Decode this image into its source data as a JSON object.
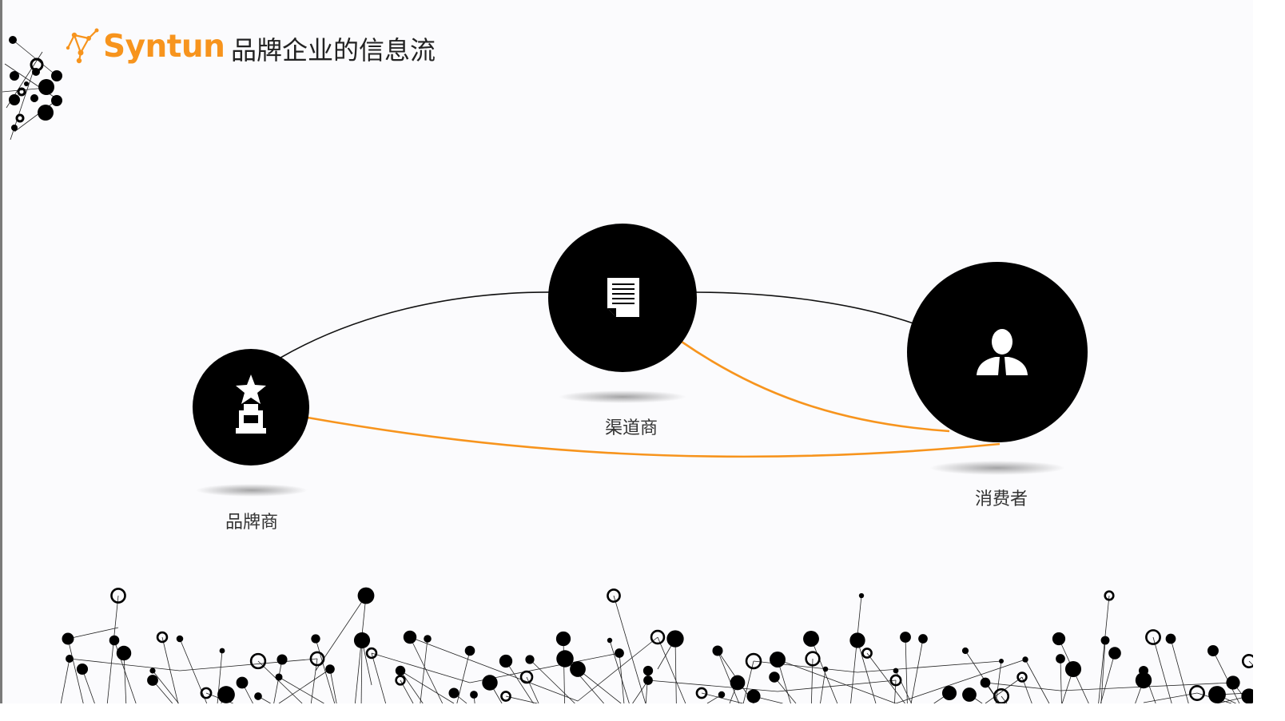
{
  "logo": {
    "text": "Syntun",
    "brand_color": "#f7941d"
  },
  "header": {
    "title": "品牌企业的信息流"
  },
  "nodes": [
    {
      "id": "brand",
      "label": "品牌商",
      "icon": "trophy-icon"
    },
    {
      "id": "channel",
      "label": "渠道商",
      "icon": "document-icon"
    },
    {
      "id": "consumer",
      "label": "消费者",
      "icon": "businessman-icon"
    }
  ],
  "links": [
    {
      "from": "brand",
      "to": "channel",
      "color": "#111111"
    },
    {
      "from": "channel",
      "to": "consumer",
      "color": "#111111"
    },
    {
      "from": "channel",
      "to": "consumer",
      "color": "#f7941d"
    },
    {
      "from": "brand",
      "to": "consumer",
      "color": "#f7941d"
    }
  ],
  "colors": {
    "node_fill": "#000000",
    "background": "#fbfbfd",
    "accent": "#f7941d"
  }
}
